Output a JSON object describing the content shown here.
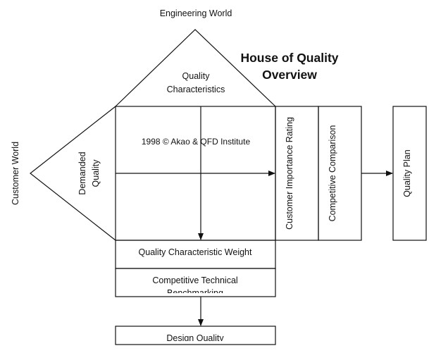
{
  "title": {
    "line1": "House of Quality",
    "line2": "Overview",
    "color": "#1f4e79"
  },
  "labels": {
    "engineering_world": "Engineering World",
    "customer_world": "Customer World",
    "quality_characteristics_1": "Quality",
    "quality_characteristics_2": "Characteristics",
    "demanded_quality_1": "Demanded",
    "demanded_quality_2": "Quality",
    "customer_importance_rating": "Customer Importance Rating",
    "competitive_comparison": "Competitive Comparison",
    "quality_plan": "Quality Plan",
    "quality_characteristic_weight": "Quality Characteristic Weight",
    "competitive_technical_1": "Competitive Technical",
    "competitive_technical_2": "Benchmarking",
    "design_quality": "Design Quality"
  },
  "watermark": "1998 © Akao & QFD Institute",
  "colors": {
    "line": "#111111",
    "watermark_text": "#7a7a7a"
  }
}
